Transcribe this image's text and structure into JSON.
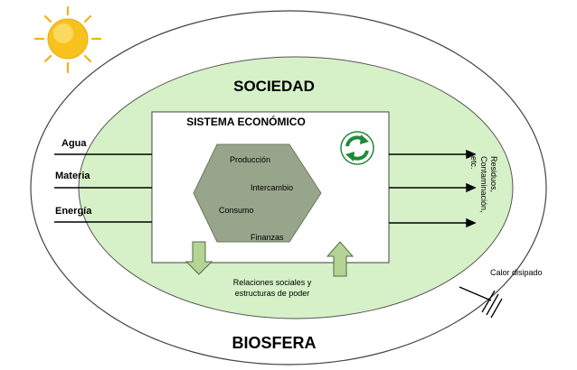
{
  "labels": {
    "sociedad": "SOCIEDAD",
    "biosfera": "BIOSFERA",
    "sistema": "SISTEMA ECONÓMICO",
    "produccion": "Producción",
    "intercambio": "Intercambio",
    "consumo": "Consumo",
    "finanzas": "Finanzas",
    "relaciones_1": "Relaciones sociales y",
    "relaciones_2": "estructuras de poder",
    "calor": "Calor disipado",
    "agua": "Agua",
    "materia": "Materia",
    "energia": "Energía",
    "residuos_1": "Residuos,",
    "residuos_2": "Contaminación,",
    "residuos_3": "etc."
  },
  "colors": {
    "sociedad_fill": "#d6f0c8",
    "hexagon_fill": "#97a58b",
    "arrow_fill": "#b4d494",
    "sun": "#f8c21e",
    "recycle_green": "#1d8a3a"
  }
}
